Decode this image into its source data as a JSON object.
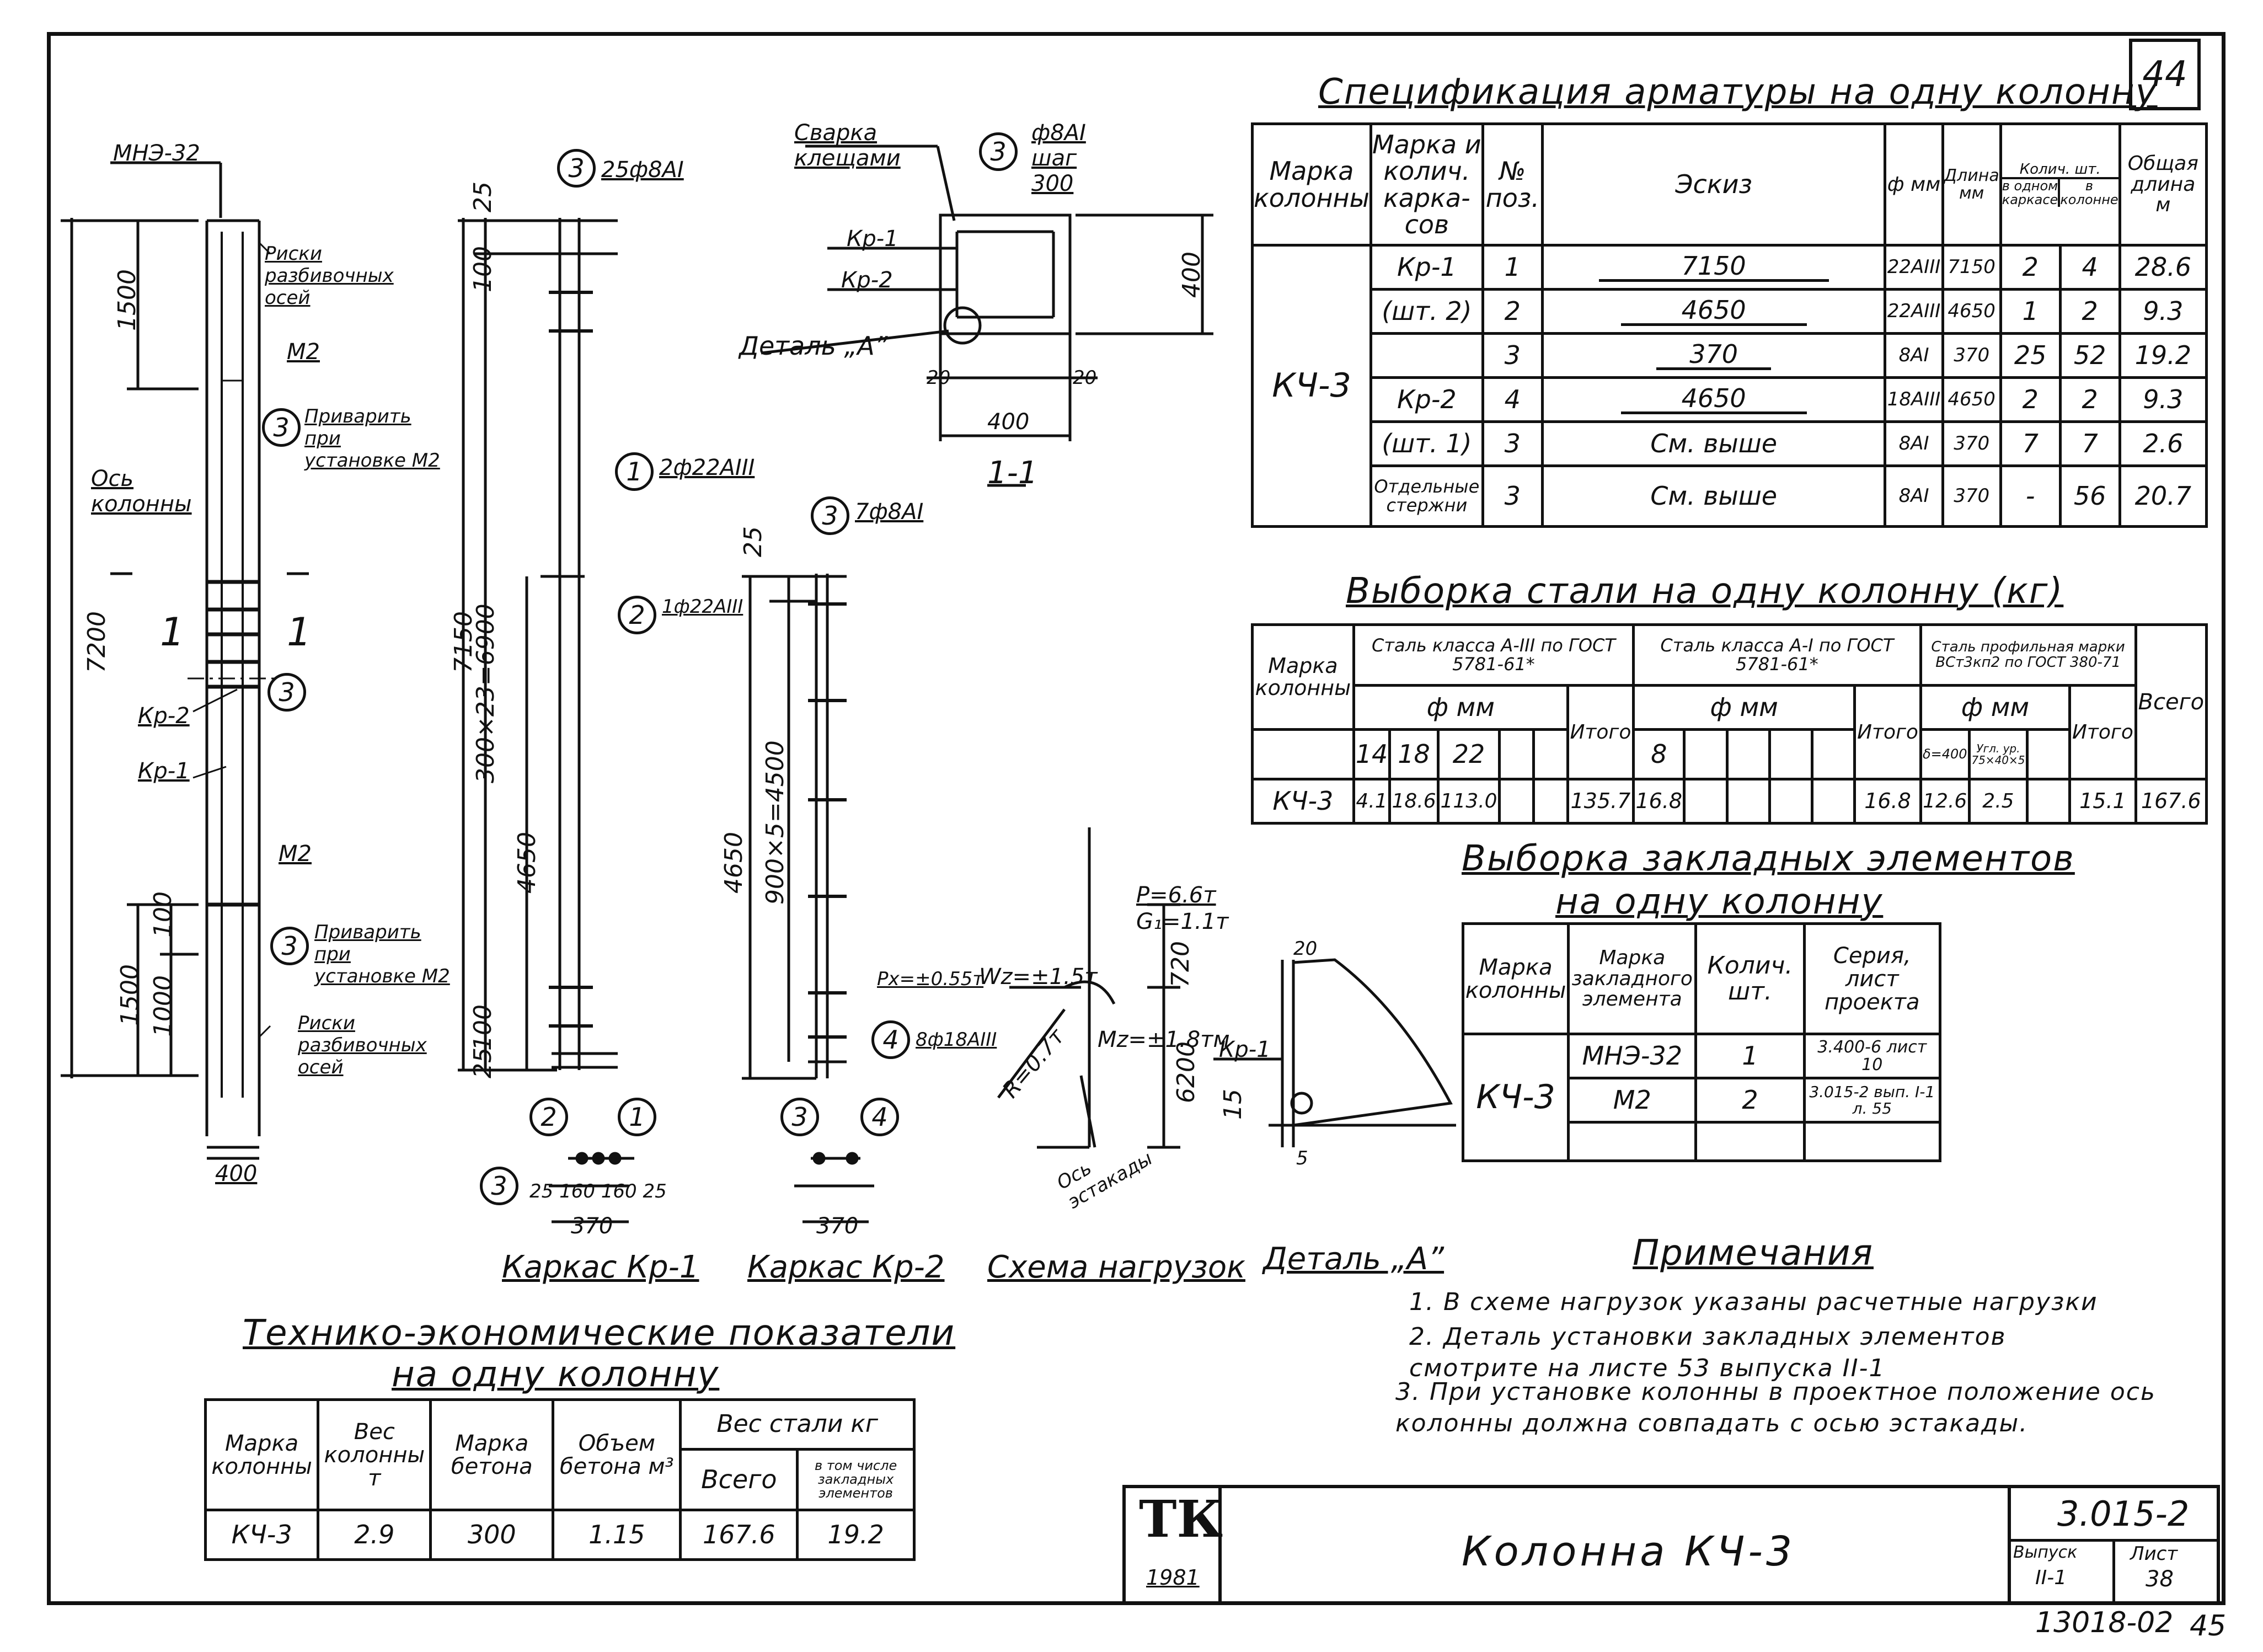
{
  "sheet_number": "44",
  "spec": {
    "title": "Спецификация арматуры на одну колонну",
    "headers": {
      "col_mark": "Марка колонны",
      "frame_mark": "Марка и колич. карка-сов",
      "pos": "№ поз.",
      "sketch": "Эскиз",
      "dia": "ф мм",
      "length": "Длина мм",
      "qty": "Колич. шт.",
      "qty_frame": "в одном каркасе",
      "qty_col": "в колонне",
      "total_len": "Общая длина м"
    },
    "column_mark": "КЧ-3",
    "rows": [
      {
        "frame": "Кр-1",
        "pos": "1",
        "sketch": "7150",
        "dia": "22АIII",
        "len": "7150",
        "q1": "2",
        "q2": "4",
        "total": "28.6"
      },
      {
        "frame": "(шт. 2)",
        "pos": "2",
        "sketch": "4650",
        "dia": "22АIII",
        "len": "4650",
        "q1": "1",
        "q2": "2",
        "total": "9.3"
      },
      {
        "frame": "",
        "pos": "3",
        "sketch": "370",
        "dia": "8АI",
        "len": "370",
        "q1": "25",
        "q2": "52",
        "total": "19.2"
      },
      {
        "frame": "Кр-2",
        "pos": "4",
        "sketch": "4650",
        "dia": "18АIII",
        "len": "4650",
        "q1": "2",
        "q2": "2",
        "total": "9.3"
      },
      {
        "frame": "(шт. 1)",
        "pos": "3",
        "sketch": "См. выше",
        "dia": "8АI",
        "len": "370",
        "q1": "7",
        "q2": "7",
        "total": "2.6"
      },
      {
        "frame": "Отдельные стержни",
        "pos": "3",
        "sketch": "См. выше",
        "dia": "8АI",
        "len": "370",
        "q1": "-",
        "q2": "56",
        "total": "20.7"
      }
    ]
  },
  "steel": {
    "title": "Выборка стали на одну колонну (кг)",
    "col_mark_header": "Марка колонны",
    "group1": "Сталь класса А-III по ГОСТ 5781-61*",
    "group2": "Сталь класса А-I по ГОСТ 5781-61*",
    "group3": "Сталь профильная марки ВСт3кп2 по ГОСТ 380-71",
    "dia_label": "ф мм",
    "total_label": "Итого",
    "grand_total_label": "Всего",
    "g1_dias": [
      "14",
      "18",
      "22"
    ],
    "g2_dias": [
      "8"
    ],
    "g3_dias": [
      "δ=400",
      "Угл. ур. 75×40×5"
    ],
    "row": {
      "mark": "КЧ-3",
      "g1": [
        "4.1",
        "18.6",
        "113.0"
      ],
      "g1_total": "135.7",
      "g2": [
        "16.8"
      ],
      "g2_total": "16.8",
      "g3": [
        "12.6",
        "2.5"
      ],
      "g3_total": "15.1",
      "total": "167.6"
    }
  },
  "embedded": {
    "title_line1": "Выборка закладных элементов",
    "title_line2": "на одну колонну",
    "headers": {
      "col": "Марка колонны",
      "elem": "Марка закладного элемента",
      "qty": "Колич. шт.",
      "series": "Серия, лист проекта"
    },
    "column_mark": "КЧ-3",
    "rows": [
      {
        "elem": "МНЭ-32",
        "qty": "1",
        "series": "3.400-6 лист 10"
      },
      {
        "elem": "М2",
        "qty": "2",
        "series": "3.015-2 вып. I-1 л. 55"
      }
    ]
  },
  "tech": {
    "title_line1": "Технико-экономические показатели",
    "title_line2": "на одну колонну",
    "headers": {
      "mark": "Марка колонны",
      "weight": "Вес колонны т",
      "concrete": "Марка бетона",
      "volume": "Объем бетона м³",
      "steel": "Вес стали кг",
      "steel_total": "Всего",
      "steel_embedded": "в том числе закладных элементов"
    },
    "row": {
      "mark": "КЧ-3",
      "weight": "2.9",
      "concrete": "300",
      "volume": "1.15",
      "steel_total": "167.6",
      "steel_embedded": "19.2"
    }
  },
  "notes": {
    "title": "Примечания",
    "items": [
      "1. В схеме нагрузок указаны расчетные нагрузки",
      "2. Деталь установки закладных элементов смотрите на листе 53 выпуска II-1",
      "3. При установке колонны в проектное положение ось колонны должна совпадать с осью эстакады."
    ]
  },
  "title_block": {
    "stamp": "ТК",
    "year": "1981",
    "drawing_title": "Колонна КЧ-3",
    "series": "3.015-2",
    "issue_label": "Выпуск",
    "issue": "II-1",
    "sheet_label": "Лист",
    "sheet": "38",
    "code": "13018-02",
    "page": "45"
  },
  "drawing_labels": {
    "mne": "МНЭ-32",
    "risk1": "Риски разбивочных осей",
    "m2_top": "М2",
    "weld_top": "Приварить при установке М2",
    "axis": "Ось колонны",
    "kr2": "Кр-2",
    "kr1": "Кр-1",
    "m2_bot": "М2",
    "weld_bot": "Приварить при установке М2",
    "risk2": "Риски разбивочных осей",
    "dim_7200": "7200",
    "dim_1500a": "1500",
    "dim_1500b": "1500",
    "dim_1000": "1000",
    "dim_100": "100",
    "dim_400_base": "400",
    "cut": "1",
    "kr1_top_lbl": "25ф8АI",
    "kr1_dim_7150": "7150",
    "kr1_dim_6900": "300×23=6900",
    "kr1_dim_4650": "4650",
    "kr1_bar1": "2ф22АIII",
    "kr1_bar2": "1ф22АIII",
    "kr1_dim_100": "100",
    "kr1_dim_25": "25",
    "kr1_caption": "Каркас Кр-1",
    "kr1_bot_dims": "25 160 160 25",
    "kr1_bot_370": "370",
    "kr2_top_lbl": "7ф8АI",
    "kr2_dim_4650": "4650",
    "kr2_dim_4500": "900×5=4500",
    "kr2_dim_25": "25",
    "kr2_bar4": "8ф18АIII",
    "kr2_caption": "Каркас Кр-2",
    "kr2_bot_370": "370",
    "sec_weld": "Сварка клещами",
    "sec_bar": "ф8АI шаг 300",
    "sec_kr1": "Кр-1",
    "sec_kr2": "Кр-2",
    "sec_detail": "Деталь „А”",
    "sec_400a": "400",
    "sec_400b": "400",
    "sec_20a": "20",
    "sec_20b": "20",
    "sec_caption": "1-1",
    "load_p": "P=6.6т",
    "load_g": "G₁=1.1т",
    "load_px": "Pх=±0.55т",
    "load_wz": "Wz=±1.5т",
    "load_r": "R=0.7т",
    "load_m": "Mz=±1.8тм",
    "load_720": "720",
    "load_6200": "6200",
    "load_base": "Ось эстакады",
    "load_caption": "Схема нагрузок",
    "det_20": "20",
    "det_kr1": "Кр-1",
    "det_15": "15",
    "det_5": "5",
    "det_caption": "Деталь „А”"
  }
}
